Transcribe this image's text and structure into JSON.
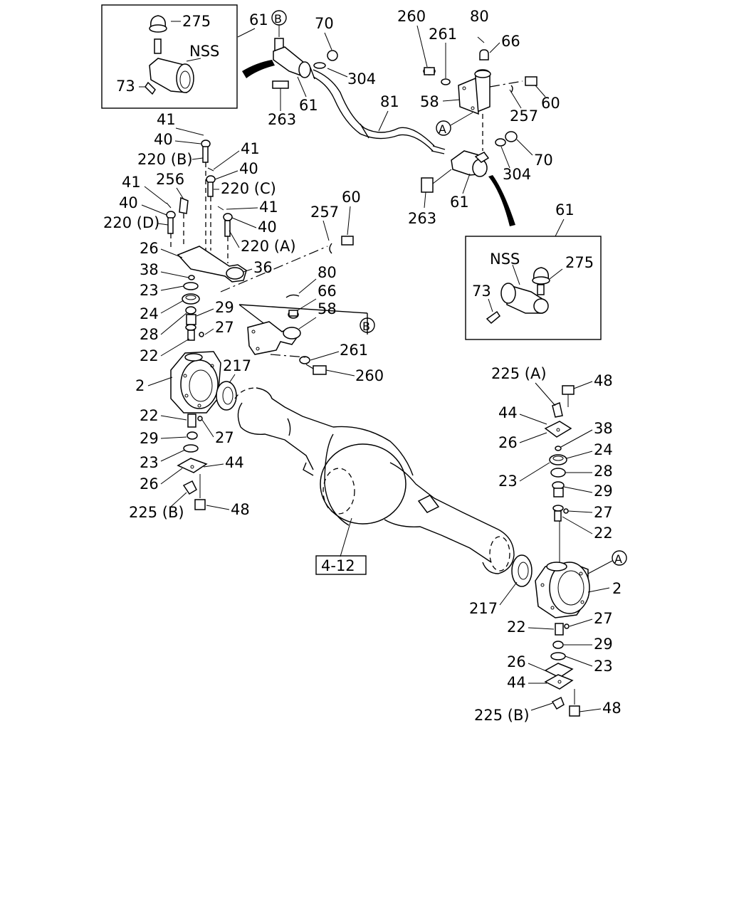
{
  "diagram": {
    "callouts": {
      "c275a": "275",
      "c61a": "61",
      "nssA": "NSS",
      "c73a": "73",
      "c70a": "70",
      "c304a": "304",
      "c61b": "61",
      "c263a": "263",
      "c81": "81",
      "c260a": "260",
      "c261a": "261",
      "c80a": "80",
      "c66a": "66",
      "c58a": "58",
      "c60a": "60",
      "c257a": "257",
      "c70b": "70",
      "c304b": "304",
      "c61c": "61",
      "c263b": "263",
      "c61d": "61",
      "c275b": "275",
      "nssB": "NSS",
      "c73b": "73",
      "c41a": "41",
      "c40a": "40",
      "c220b": "220 (B)",
      "c41b": "41",
      "c40b": "40",
      "c220c": "220 (C)",
      "c41c": "41",
      "c256": "256",
      "c40c": "40",
      "c220d": "220 (D)",
      "c41d": "41",
      "c40d": "40",
      "c220a": "220 (A)",
      "c257b": "257",
      "c60b": "60",
      "c26a": "26",
      "c36": "36",
      "c38a": "38",
      "c23a": "23",
      "c24a": "24",
      "c29a": "29",
      "c28a": "28",
      "c27a": "27",
      "c22a": "22",
      "c80b": "80",
      "c66b": "66",
      "c58b": "58",
      "c261b": "261",
      "c260b": "260",
      "c2a": "2",
      "c217a": "217",
      "c22b": "22",
      "c27b": "27",
      "c29b": "29",
      "c23b": "23",
      "c44a": "44",
      "c26b": "26",
      "c225b1": "225 (B)",
      "c48a": "48",
      "c412": "4-12",
      "c225a": "225 (A)",
      "c48b": "48",
      "c44b": "44",
      "c38b": "38",
      "c26c": "26",
      "c24b": "24",
      "c23c": "23",
      "c28b": "28",
      "c29c": "29",
      "c27c": "27",
      "c22c": "22",
      "c2b": "2",
      "c217b": "217",
      "c22d": "22",
      "c27d": "27",
      "c29d": "29",
      "c26d": "26",
      "c23d": "23",
      "c44c": "44",
      "c225b2": "225 (B)",
      "c48c": "48"
    },
    "refs": {
      "a": "A",
      "b": "B"
    }
  }
}
